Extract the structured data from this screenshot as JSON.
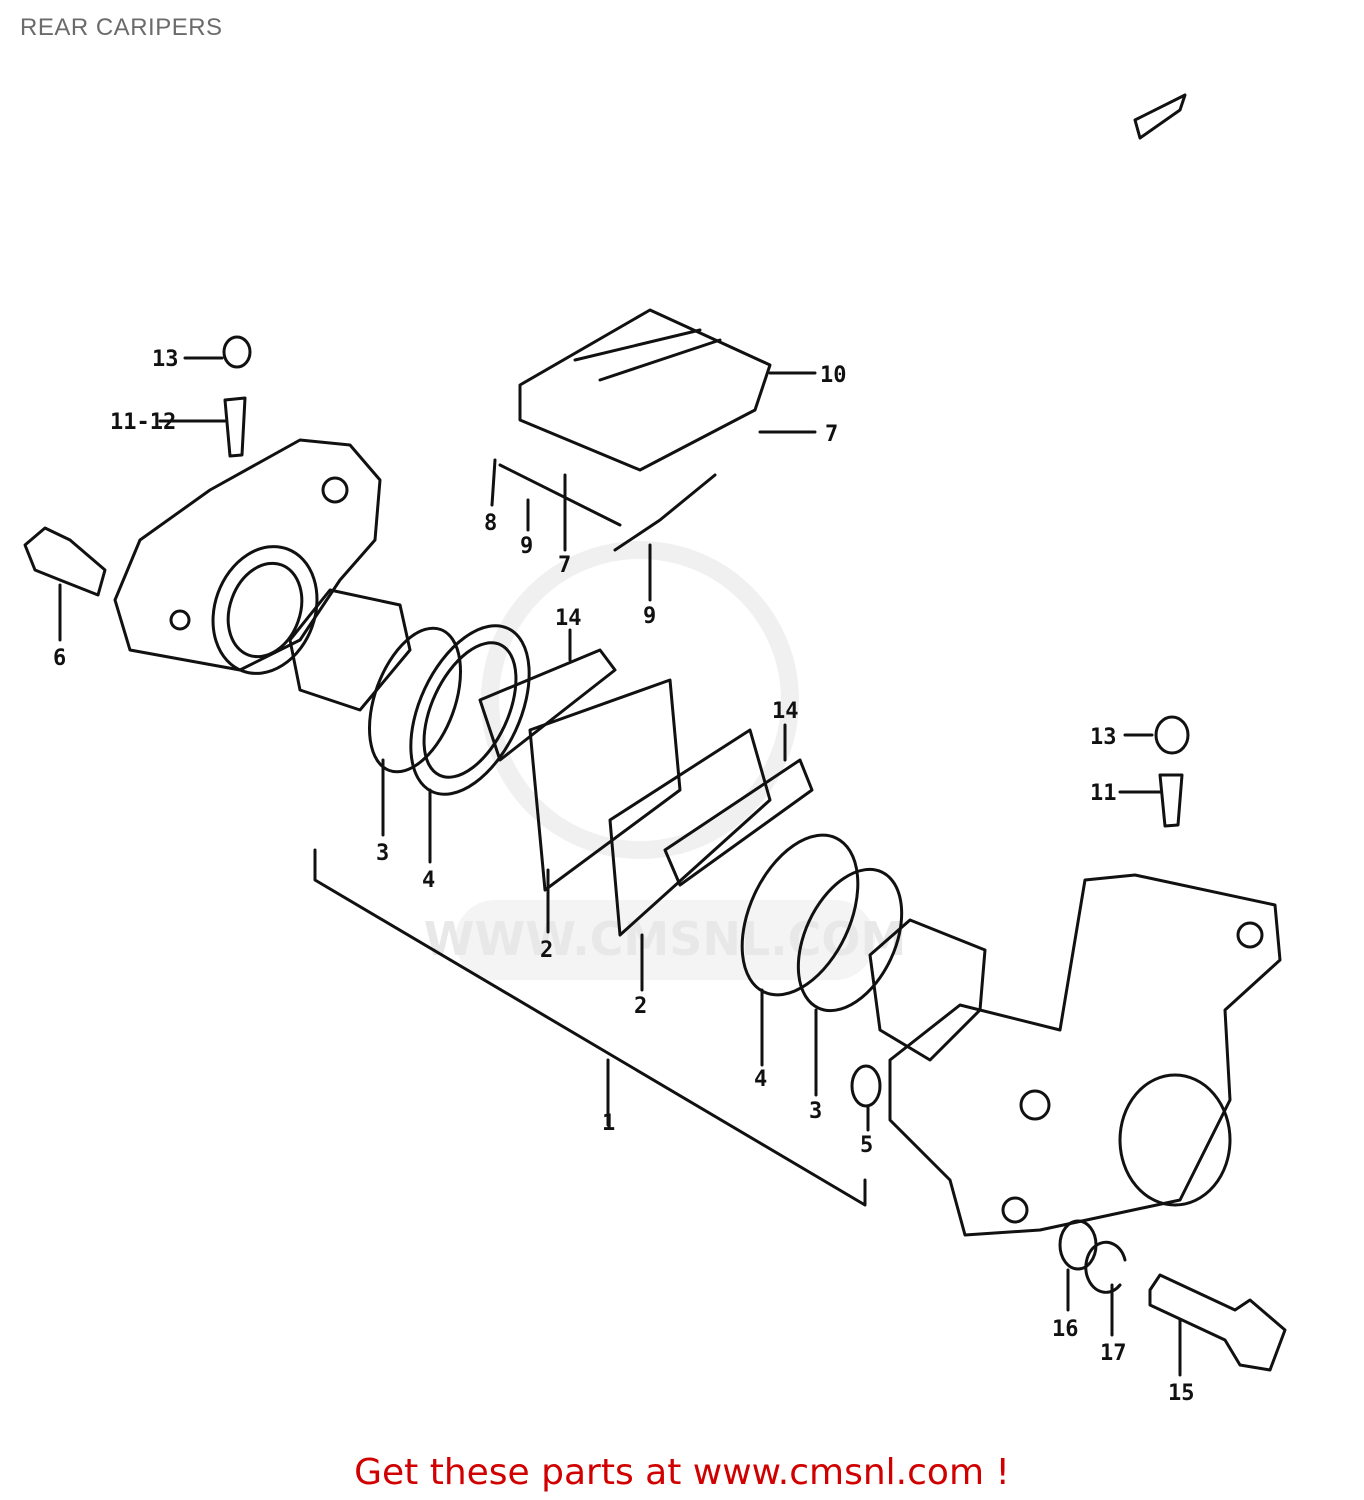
{
  "page_title": "REAR CARIPERS",
  "footer_text": "Get these parts at www.cmsnl.com !",
  "watermark": "WWW.CMSNL.COM",
  "callouts": [
    "13",
    "11-12",
    "6",
    "10",
    "7",
    "8",
    "9",
    "7",
    "9",
    "14",
    "14",
    "3",
    "4",
    "2",
    "2",
    "4",
    "3",
    "5",
    "1",
    "13",
    "11",
    "16",
    "17",
    "15"
  ],
  "colors": {
    "footer": "#d10000",
    "line": "#111111",
    "title": "#6b6b6b"
  }
}
